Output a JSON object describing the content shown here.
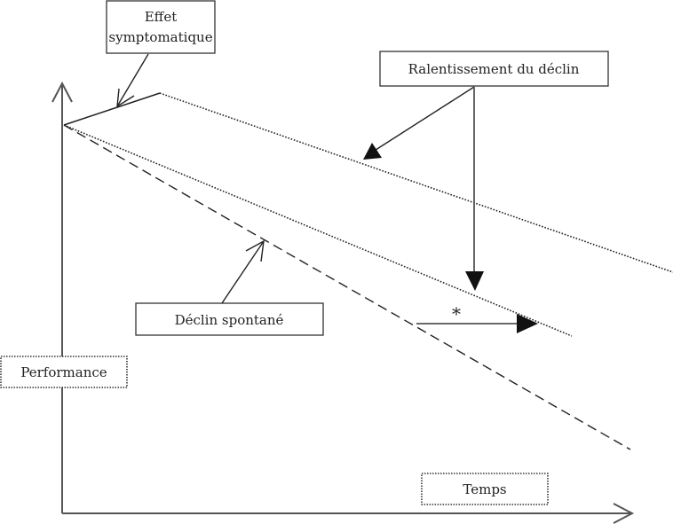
{
  "diagram": {
    "axes": {
      "y_label": "Performance",
      "x_label": "Temps"
    },
    "callouts": {
      "symptomatic_effect": [
        "Effet",
        "symptomatique"
      ],
      "slowed_decline": "Ralentissement du déclin",
      "spontaneous_decline": "Déclin spontané",
      "delay_marker": "*"
    },
    "curves": [
      {
        "name": "symptomatic-improvement",
        "style": "solid",
        "meaning": "initial rise"
      },
      {
        "name": "upper-slowed-decline",
        "style": "dotted",
        "meaning": "slowed decline after symptomatic effect"
      },
      {
        "name": "lower-slowed-decline",
        "style": "dotted",
        "meaning": "slowed decline from baseline"
      },
      {
        "name": "spontaneous-decline",
        "style": "dashed",
        "meaning": "untreated decline"
      }
    ],
    "colors": {
      "line": "#222222",
      "axis": "#555555",
      "text": "#222222",
      "background": "#ffffff"
    }
  }
}
